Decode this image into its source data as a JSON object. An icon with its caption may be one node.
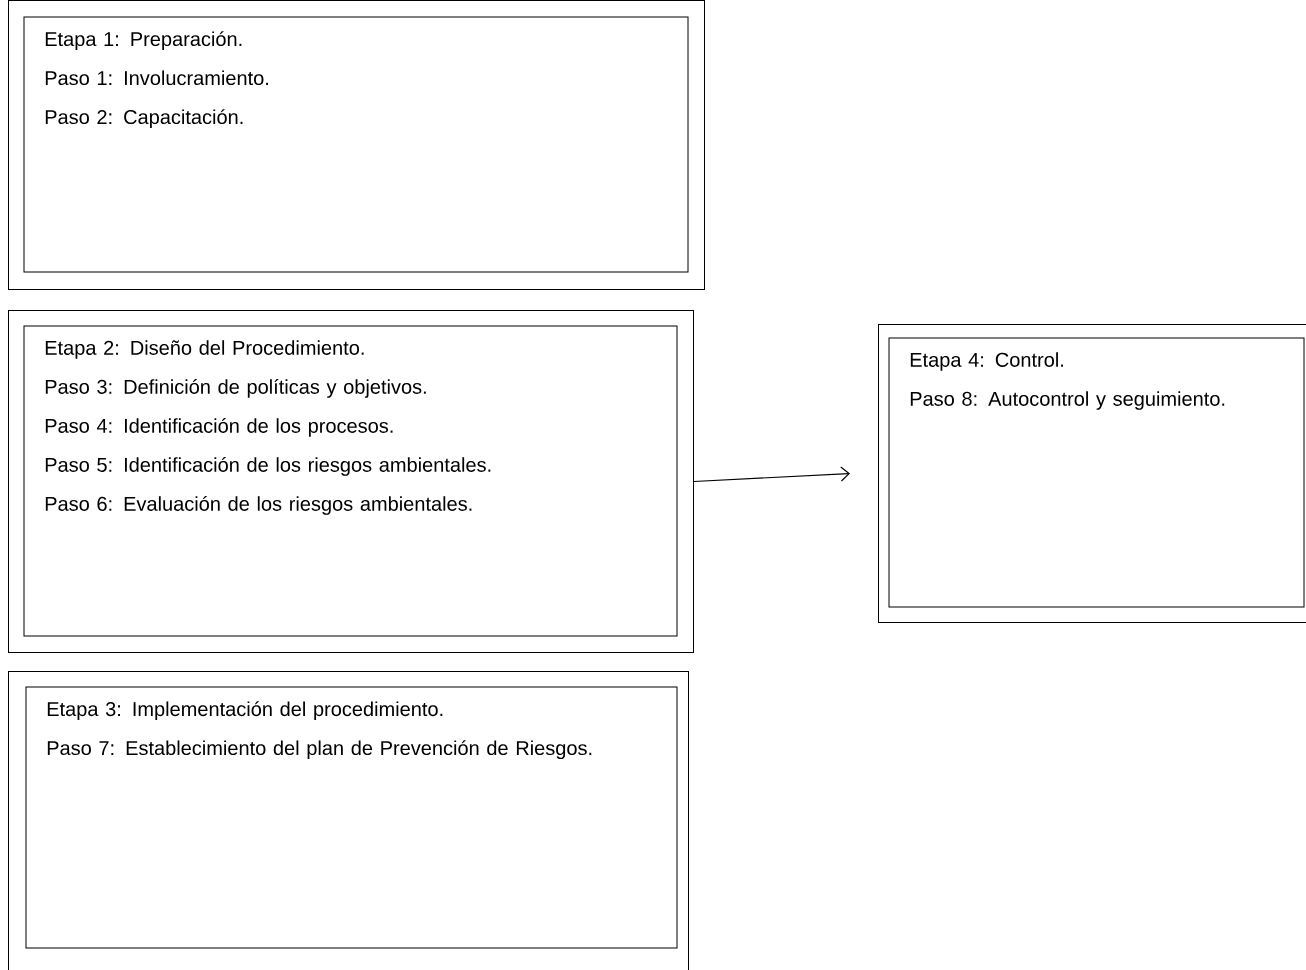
{
  "diagram": {
    "nodes": [
      {
        "text": [
          "Etapa 1: Preparación.",
          "Paso 1: Involucramiento.",
          "Paso 2: Capacitación."
        ]
      },
      {
        "text": [
          "Etapa 2: Diseño del Procedimiento.",
          "Paso 3: Definición de políticas y objetivos.",
          "Paso 4: Identificación de los procesos.",
          "Paso 5: Identificación de los riesgos ambientales.",
          "Paso 6: Evaluación de los riesgos ambientales."
        ]
      },
      {
        "text": [
          "Etapa 3: Implementación del procedimiento.",
          "Paso 7: Establecimiento del plan de Prevención de Riesgos."
        ]
      },
      {
        "text": [
          "Etapa 4: Control.",
          "Paso 8: Autocontrol y seguimiento."
        ]
      }
    ],
    "edges": [
      {
        "from": 1,
        "to": 3,
        "arrow": "to"
      }
    ]
  }
}
